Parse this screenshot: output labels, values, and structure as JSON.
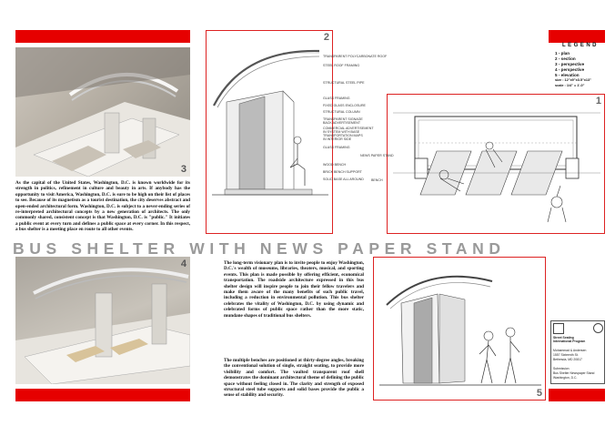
{
  "title": "BUS SHELTER WITH NEWS PAPER STAND",
  "panel_numbers": [
    "1",
    "2",
    "3",
    "4",
    "5"
  ],
  "paragraphs": {
    "left": "As the capital of the United States, Washington, D.C. is known worldwide for its strength in politics, refinement in culture and beauty in arts. If anybody has the opportunity to visit America, Washington, D.C. is sure to be high on their list of places to see. Because of its magnetism as a tourist destination, the city deserves abstract and open-ended architectural form. Washington, D.C. is subject to a never-ending series of re-interpreted architectural concepts by a new generation of architects. The only commonly shared, consistent concept is that Washington, D.C. is \"public.\" It initiates a public event at every turn and defines a public space at every corner. In this respect, a bus shelter is a meeting place en route to all other events.",
    "center1": "The long-term visionary plan is to invite people to enjoy Washington, D.C.'s wealth of museums, libraries, theaters, musical, and sporting events. This plan is made possible by offering efficient, economical transportation. The roadside architecture expressed in this bus shelter design will inspire people to join their fellow travelers and make them aware of the many benefits of such public travel, including a reduction in environmental pollution. This bus shelter celebrates the vitality of Washington, D.C. by using dynamic and celebrated forms of public space rather than the more static, mundane shapes of traditional bus shelters.",
    "center2": "The multiple benches are positioned at thirty-degree angles, breaking the conventional solution of single, straight seating, to provide more visibility and comfort. The vaulted transparent roof shell demonstrates the dominant architectural theme of defining the public space without feeling closed in. The clarity and strength of exposed structural steel tube supports and solid bases provide the public a sense of stability and security."
  },
  "legend": {
    "title": "LEGEND",
    "lines": [
      "1 -          plan",
      "2 -       section",
      "3 - perspective",
      "4 - perspective",
      "5 - elevation",
      "size : 12\"x9\"x3.5\"x13\"",
      "scale : 1/4\" = 1'-0\""
    ]
  },
  "section_annotations": [
    "TRANSPARENT POLYCARBONATE ROOF",
    "STEEL ROOF FRAMING",
    "STRUCTURAL STEEL PIPE",
    "GLASS FRAMING",
    "FIXED GLASS ENCLOSURE",
    "STRUCTURAL COLUMN",
    "TRANSPARENT SIGNAGE",
    "BACK ADVERTISEMENT",
    "COMMERCIAL ADVERTISEMENT",
    "IN SYSTEM WITH BASE",
    "TRANSPORTATION MAPS",
    "IN INTERIOR SIDE",
    "GLASS FRAMING",
    "WOOD BENCH",
    "BRICK BENCH SUPPORT",
    "SOLID BASE ALL AROUND"
  ],
  "plan_annotations": [
    "NEWS PAPER STAND",
    "BENCH"
  ],
  "title_block": {
    "line1": "Street Seating",
    "line2": "International Program",
    "line3": "Mohammad & Andersen",
    "line4": "1557 Sixteenth St.",
    "line5": "Bethesda, MD 20817",
    "line6": "Submission",
    "line7": "Bus Shelter Newspaper Stand",
    "line8": "Washington, D.C."
  },
  "colors": {
    "accent_red": "#e60000",
    "title_gray": "#9a9a9a",
    "panel_border": "#d22"
  }
}
